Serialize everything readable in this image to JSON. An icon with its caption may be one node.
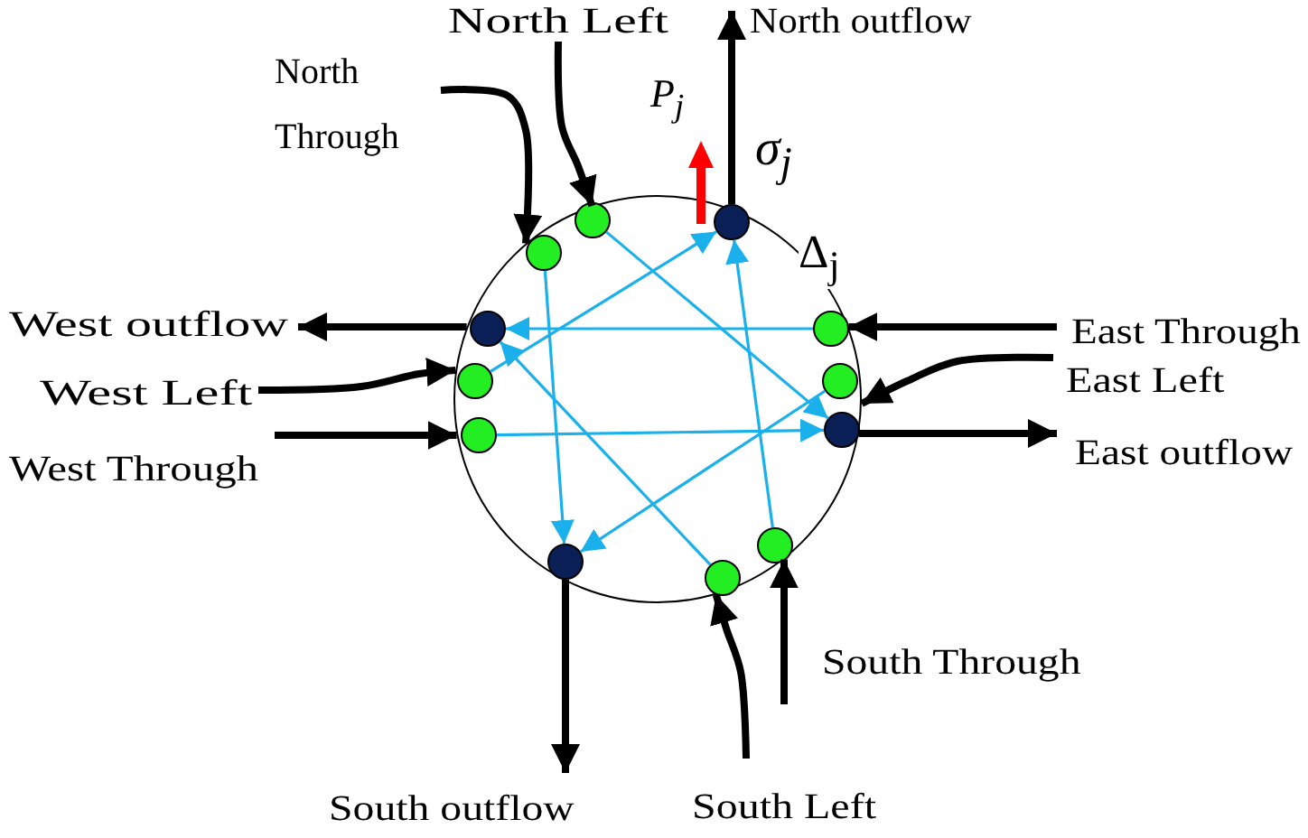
{
  "diagram": {
    "nodes": [
      {
        "text": [],
        "shape": "circle"
      },
      {
        "text": [],
        "shape": "circle",
        "in": 0
      },
      {
        "text": [],
        "shape": "circle",
        "in": 0
      },
      {
        "text": [],
        "shape": "circle",
        "in": 0
      },
      {
        "text": [],
        "shape": "circle",
        "in": 0
      },
      {
        "text": [],
        "shape": "circle",
        "in": 0
      },
      {
        "text": [],
        "shape": "circle",
        "in": 0
      },
      {
        "text": [],
        "shape": "circle",
        "in": 0
      },
      {
        "text": [],
        "shape": "circle",
        "in": 0
      },
      {
        "text": [],
        "shape": "circle",
        "in": 0
      },
      {
        "text": [],
        "shape": "circle",
        "in": 0
      },
      {
        "text": [],
        "shape": "circle",
        "in": 0
      },
      {
        "text": [],
        "shape": "circle",
        "in": 0
      },
      {
        "text": [
          "North Left"
        ]
      },
      {
        "text": [
          "North outflow"
        ]
      },
      {
        "text": [
          "North Through"
        ]
      },
      {
        "text": [
          "West outflow"
        ]
      },
      {
        "text": [
          "East Through"
        ]
      },
      {
        "text": [
          "East Left"
        ]
      },
      {
        "text": [
          "West Left"
        ]
      },
      {
        "text": [
          "West Through"
        ]
      },
      {
        "text": [
          "East outflow"
        ]
      },
      {
        "text": [
          "South Through"
        ]
      },
      {
        "text": [
          "South Left"
        ]
      },
      {
        "text": [
          "South outflow"
        ]
      }
    ],
    "edges": [
      {
        "from": 1,
        "to": 11,
        "arrow": "to",
        "color": "#1ab0ec"
      },
      {
        "from": 2,
        "to": 9,
        "arrow": "to",
        "color": "#1ab0ec"
      },
      {
        "from": 5,
        "to": 4,
        "arrow": "to",
        "color": "#1ab0ec"
      },
      {
        "from": 7,
        "to": 11,
        "arrow": "to",
        "color": "#1ab0ec"
      },
      {
        "from": 6,
        "to": 3,
        "arrow": "to",
        "color": "#1ab0ec"
      },
      {
        "from": 8,
        "to": 9,
        "arrow": "to",
        "color": "#1ab0ec"
      },
      {
        "from": 12,
        "to": 4,
        "arrow": "to",
        "color": "#1ab0ec"
      },
      {
        "from": 10,
        "to": 3,
        "arrow": "to",
        "color": "#1ab0ec"
      },
      {
        "from": 15,
        "to": 0,
        "arrow": "to"
      },
      {
        "from": 13,
        "to": 0,
        "arrow": "to"
      },
      {
        "from": 3,
        "to": 14,
        "arrow": "to"
      },
      {
        "from": 0,
        "to": 16,
        "arrow": "to"
      },
      {
        "from": 19,
        "to": 0,
        "arrow": "to"
      },
      {
        "from": 20,
        "to": 0,
        "arrow": "to"
      },
      {
        "from": 17,
        "to": 0,
        "arrow": "to"
      },
      {
        "from": 18,
        "to": 0,
        "arrow": "to"
      },
      {
        "from": 0,
        "to": 21,
        "arrow": "to"
      },
      {
        "from": 11,
        "to": 24,
        "arrow": "to"
      },
      {
        "from": 23,
        "to": 0,
        "arrow": "to"
      },
      {
        "from": 22,
        "to": 0,
        "arrow": "to"
      }
    ],
    "labels": [
      "P$_{j}$",
      "σ$_{j}$",
      "Δ$_{j}$"
    ]
  }
}
